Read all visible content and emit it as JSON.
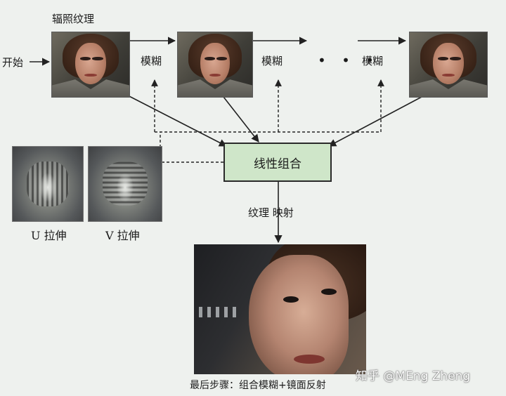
{
  "top_label": "辐照纹理",
  "start_label": "开始",
  "blur_labels": [
    "模糊",
    "模糊",
    "模糊"
  ],
  "ellipsis": "• • •",
  "combine_box": "线性组合",
  "u_stretch": "U 拉伸",
  "v_stretch": "V 拉伸",
  "texture_map_label": "纹理 映射",
  "final_caption": "最后步骤：组合模糊+镜面反射",
  "watermark": "知乎 @MEng Zheng"
}
